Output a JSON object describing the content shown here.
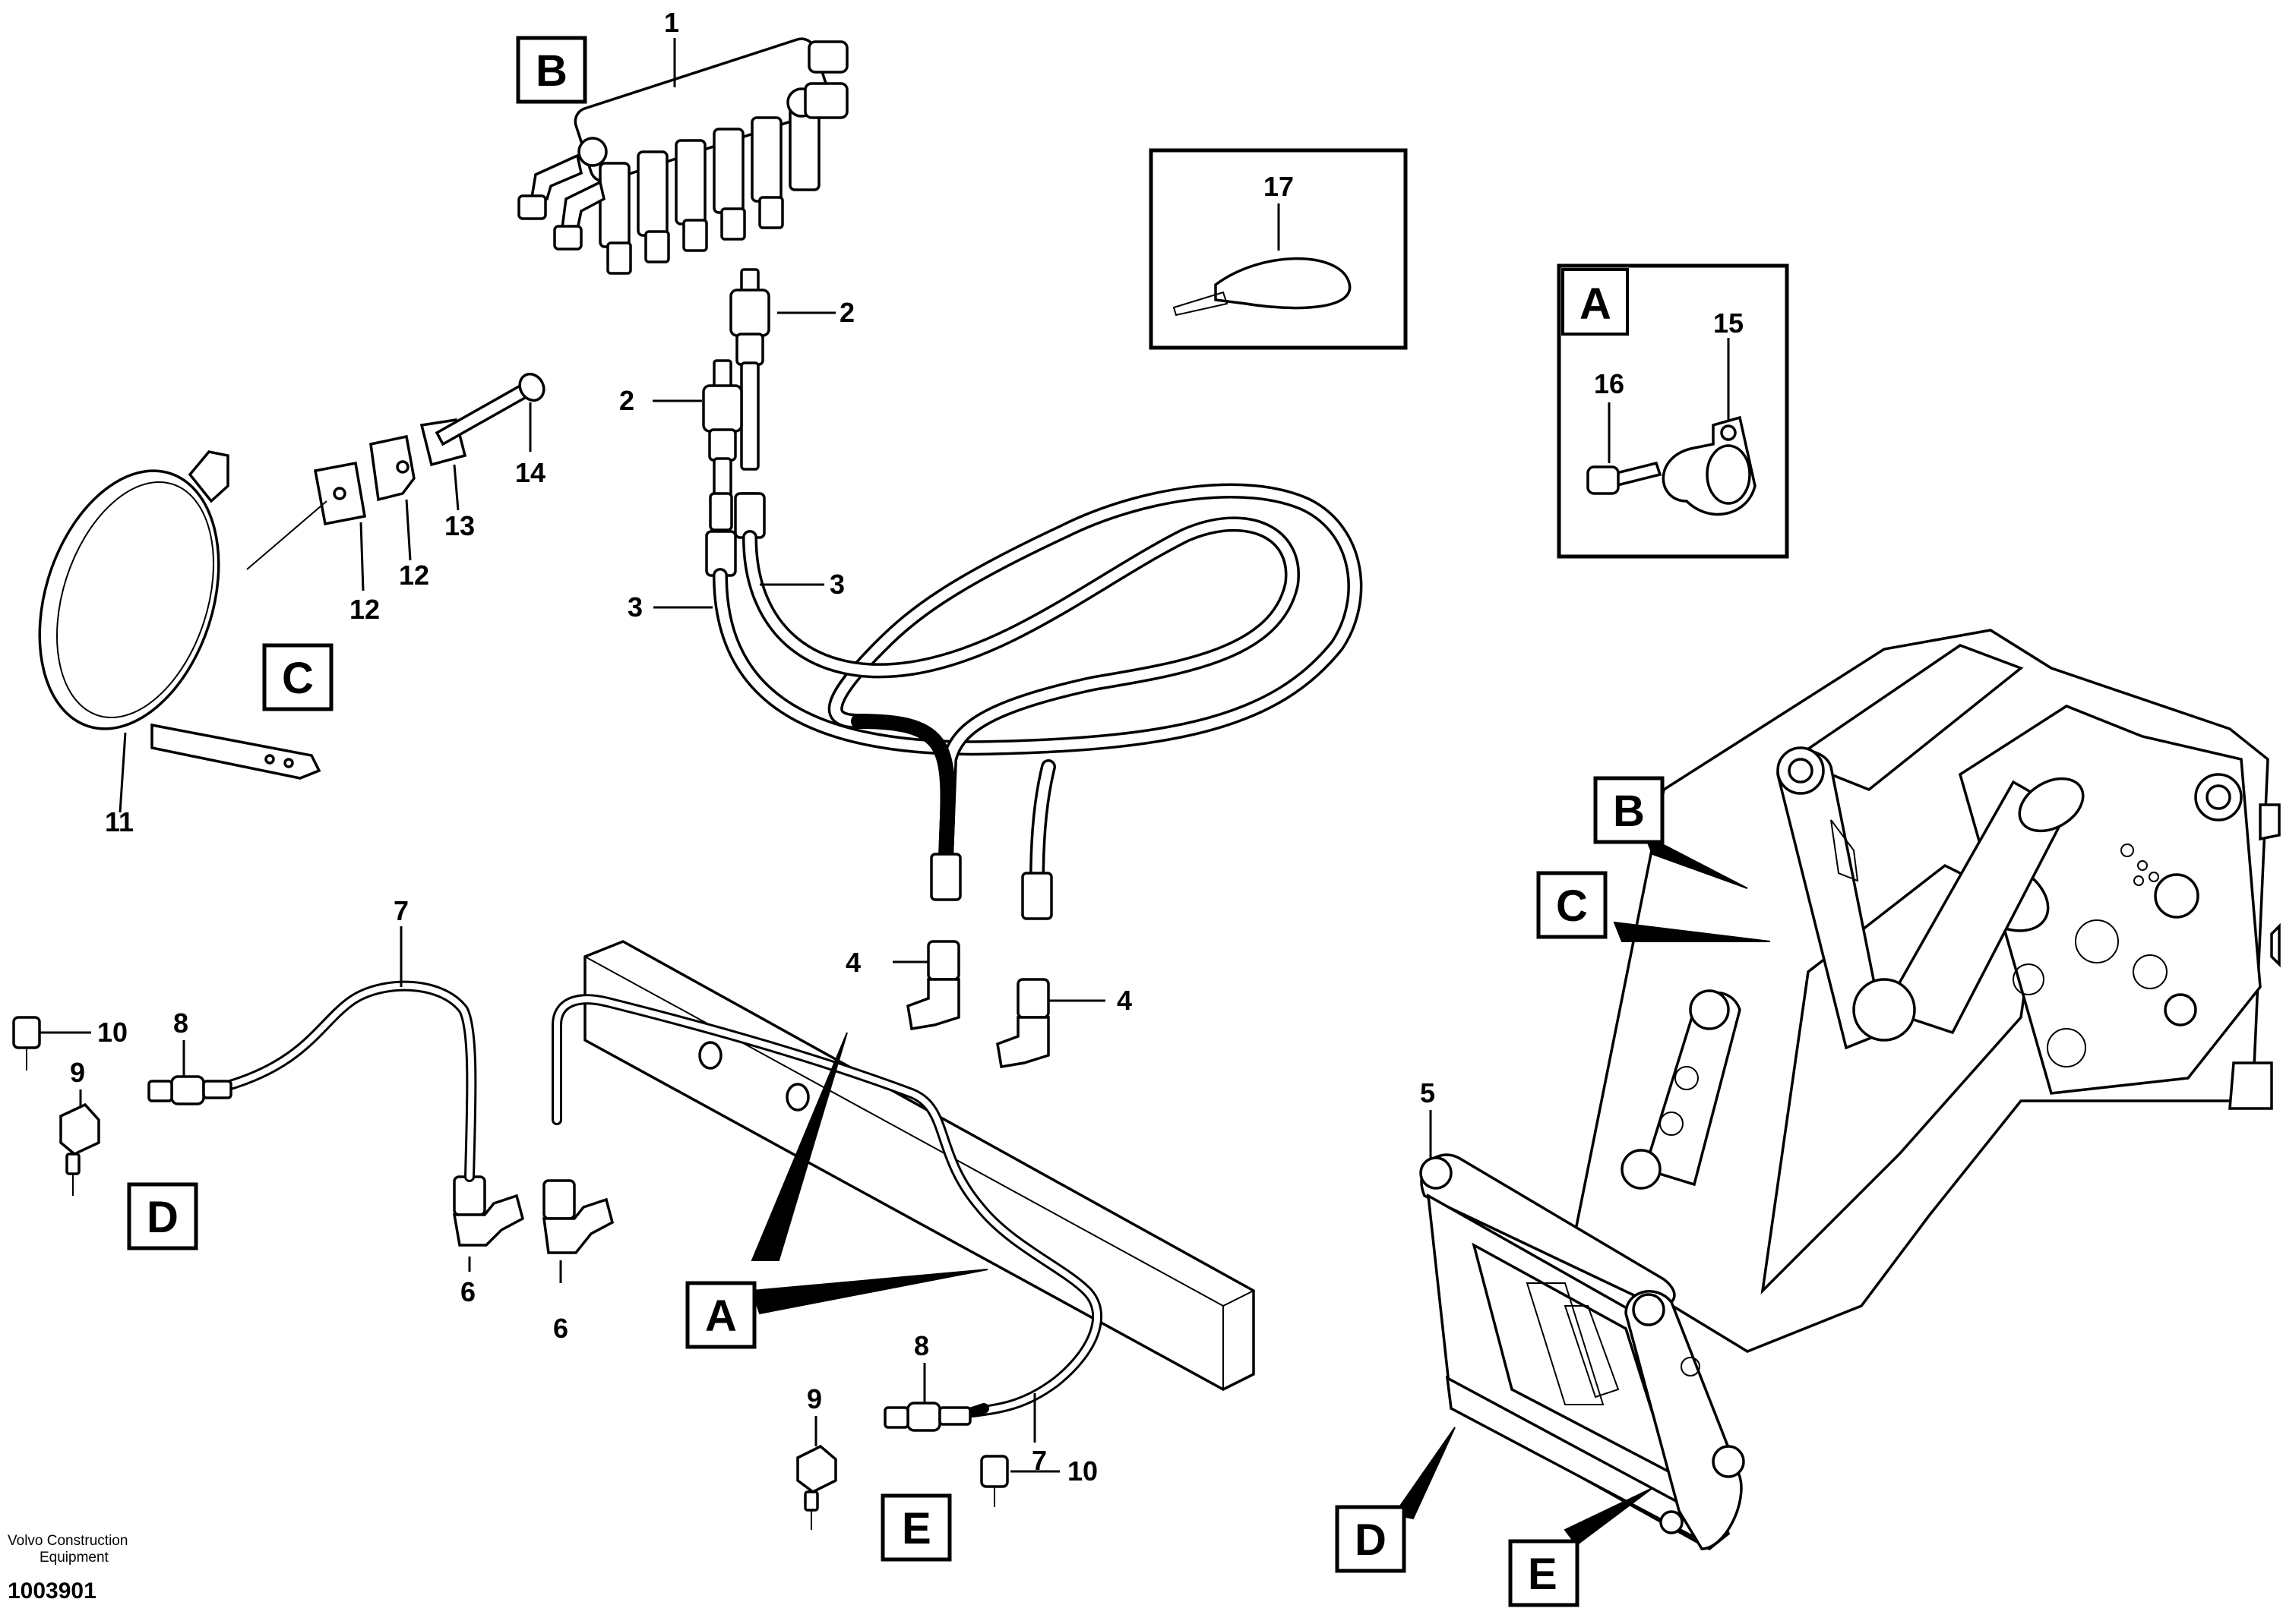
{
  "diagram": {
    "callouts": {
      "p1": "1",
      "p2a": "2",
      "p2b": "2",
      "p3a": "3",
      "p3b": "3",
      "p4a": "4",
      "p4b": "4",
      "p5": "5",
      "p6a": "6",
      "p6b": "6",
      "p7a": "7",
      "p7b": "7",
      "p8a": "8",
      "p8b": "8",
      "p9a": "9",
      "p9b": "9",
      "p10a": "10",
      "p10b": "10",
      "p11": "11",
      "p12a": "12",
      "p12b": "12",
      "p13": "13",
      "p14": "14",
      "p15": "15",
      "p16": "16",
      "p17": "17"
    },
    "detail_labels": {
      "B_top": "B",
      "C_left": "C",
      "A_inset": "A",
      "D_left": "D",
      "E_bottom": "E",
      "A_main": "A",
      "B_loader": "B",
      "C_loader": "C",
      "D_loader": "D",
      "E_loader": "E"
    },
    "footer": {
      "company_line1": "Volvo Construction",
      "company_line2": "Equipment",
      "drawing_number": "1003901"
    }
  }
}
